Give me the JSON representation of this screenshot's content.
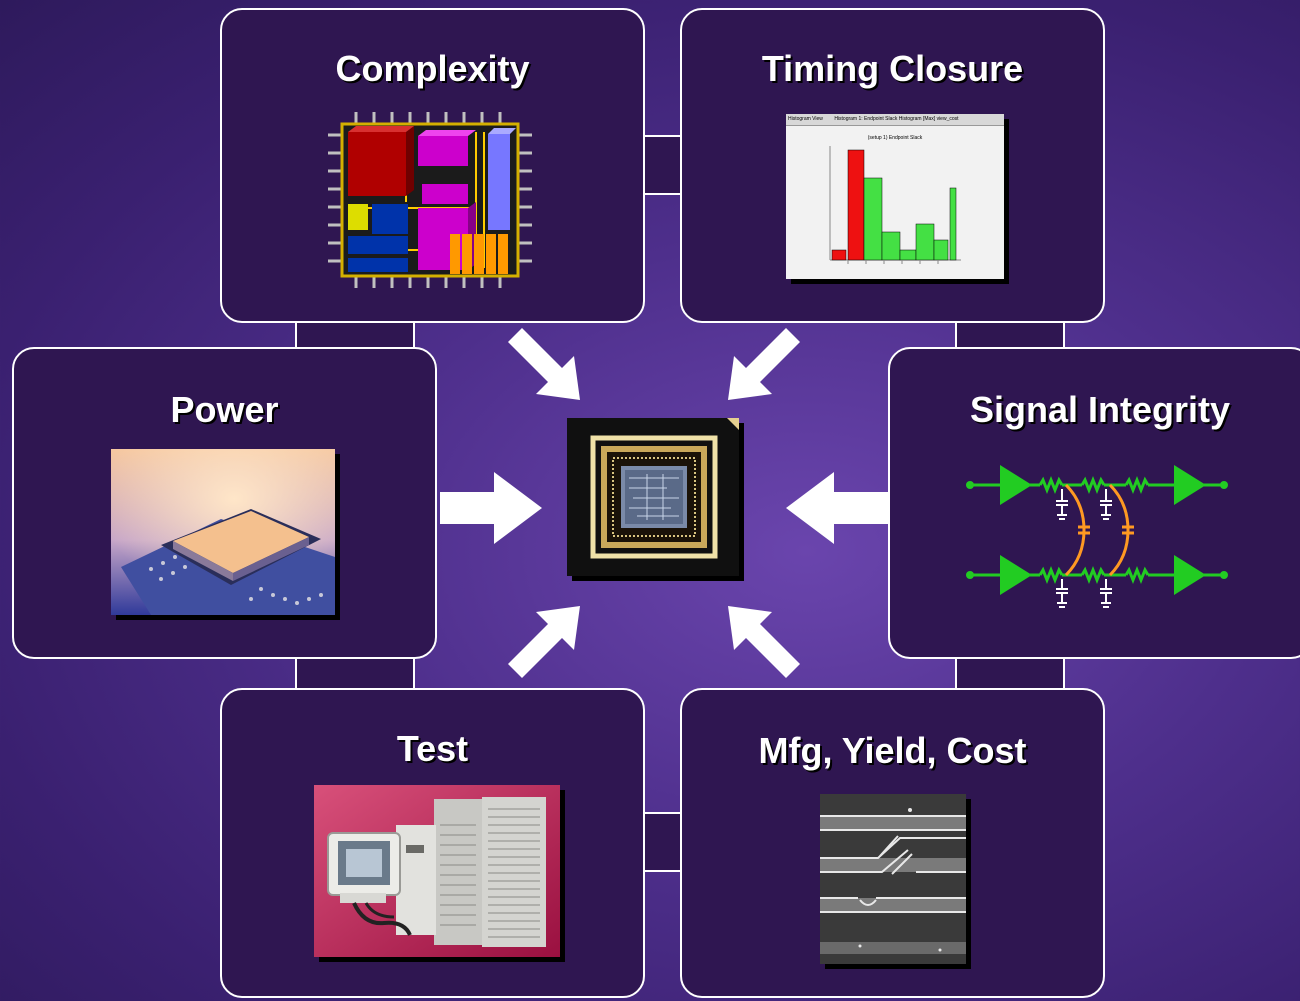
{
  "diagram": {
    "center": {
      "icon": "ic-package-die-icon"
    },
    "nodes": [
      {
        "id": "complexity",
        "label": "Complexity",
        "icon": "chip-floorplan-icon"
      },
      {
        "id": "timing_closure",
        "label": "Timing Closure",
        "icon": "slack-histogram-icon"
      },
      {
        "id": "power",
        "label": "Power",
        "icon": "cpu-socket-icon"
      },
      {
        "id": "signal_integrity",
        "label": "Signal Integrity",
        "icon": "coupled-wires-schematic-icon"
      },
      {
        "id": "test",
        "label": "Test",
        "icon": "tester-machine-icon"
      },
      {
        "id": "mfg_yield_cost",
        "label": "Mfg, Yield, Cost",
        "icon": "defect-micrograph-icon"
      }
    ]
  },
  "timing_window": {
    "toolbar_left": "Histogram View",
    "toolbar_right": "Histogram 1: Endpoint Slack Histogram [Max] view_cost",
    "chart_title": "(setup 1) Endpoint Slack"
  },
  "colors": {
    "panel_fill": "#2f1651",
    "panel_border": "#ffffff",
    "arrow": "#ffffff",
    "histogram_red": "#ee1111",
    "histogram_green": "#44e044",
    "si_wire_green": "#22cc22",
    "si_coupling_orange": "#ff9922"
  }
}
